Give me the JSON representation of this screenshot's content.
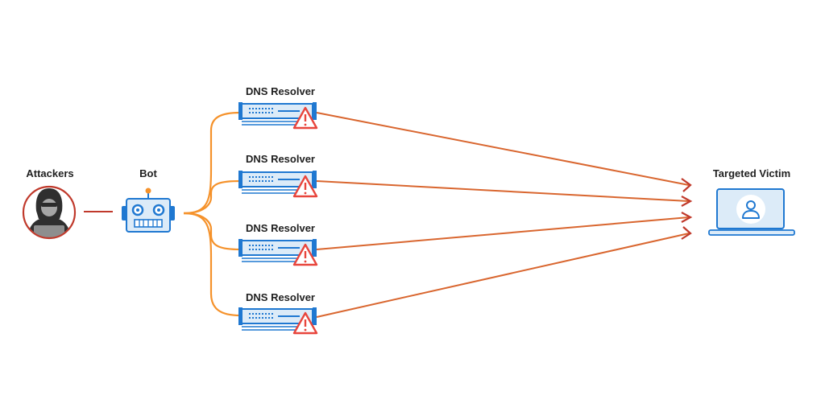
{
  "nodes": {
    "attackers": {
      "label": "Attackers",
      "icon": "hooded-attacker-icon"
    },
    "bot": {
      "label": "Bot",
      "icon": "robot-icon"
    },
    "resolvers": [
      {
        "label": "DNS Resolver",
        "icon": "server-icon",
        "badge": "warning-icon"
      },
      {
        "label": "DNS Resolver",
        "icon": "server-icon",
        "badge": "warning-icon"
      },
      {
        "label": "DNS Resolver",
        "icon": "server-icon",
        "badge": "warning-icon"
      },
      {
        "label": "DNS Resolver",
        "icon": "server-icon",
        "badge": "warning-icon"
      }
    ],
    "victim": {
      "label": "Targeted Victim",
      "icon": "laptop-user-icon"
    }
  },
  "colors": {
    "attacker_ring": "#c0392b",
    "orange": "#f5922b",
    "red": "#c0392b",
    "blue": "#1f78d1",
    "light_blue": "#dcebf8",
    "warning": "#e8453c"
  }
}
